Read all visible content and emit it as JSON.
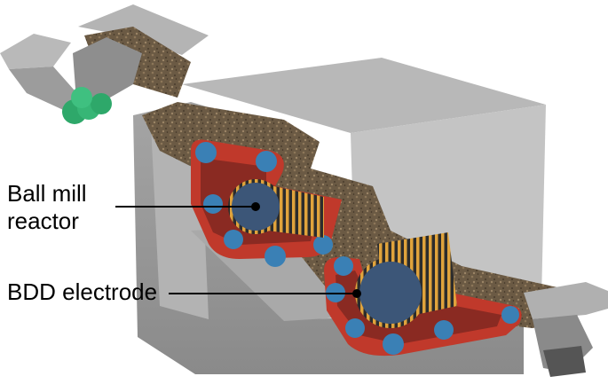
{
  "labels": {
    "ball_mill_line1": "Ball mill",
    "ball_mill_line2": "reactor",
    "bdd_electrode": "BDD electrode"
  },
  "colors": {
    "housing_front": "#9a9a9a",
    "housing_top": "#b6b6b6",
    "housing_dark": "#6f6f6f",
    "interior": "#c9c9c9",
    "soil": "#6b5a44",
    "reactor_shell": "#c0392b",
    "reactor_inner": "#8a2a22",
    "rollers": "#3a80b5",
    "electrode_core": "#3c5678",
    "electrode_coil": "#e0a33c",
    "feed_rollers": "#2ea86a"
  },
  "icons": {
    "electrode_marker": "dot-icon"
  }
}
